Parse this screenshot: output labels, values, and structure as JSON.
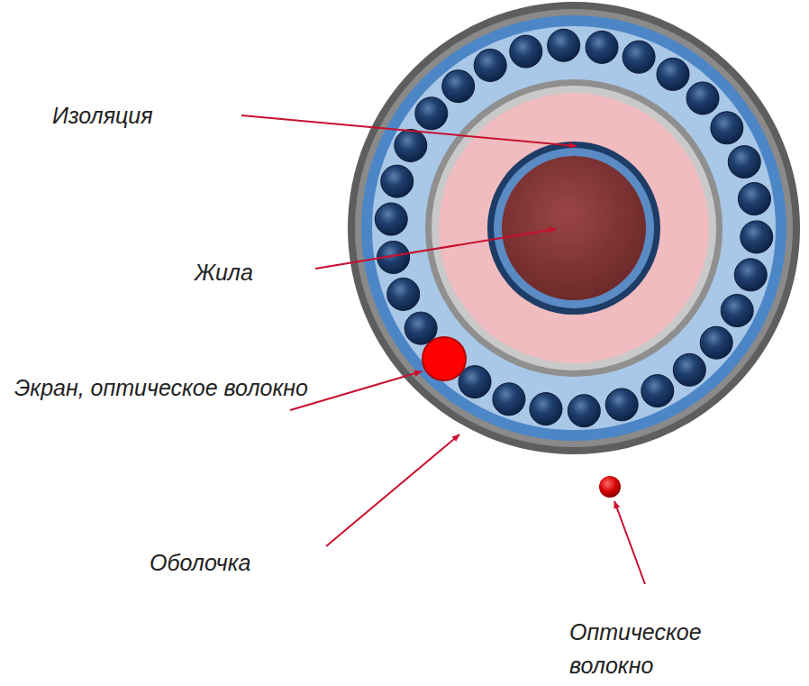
{
  "diagram": {
    "labels": [
      "Изоляция",
      "Жила",
      "Экран, оптическое волокно",
      "Оболочка",
      "Оптическое волокно"
    ]
  }
}
